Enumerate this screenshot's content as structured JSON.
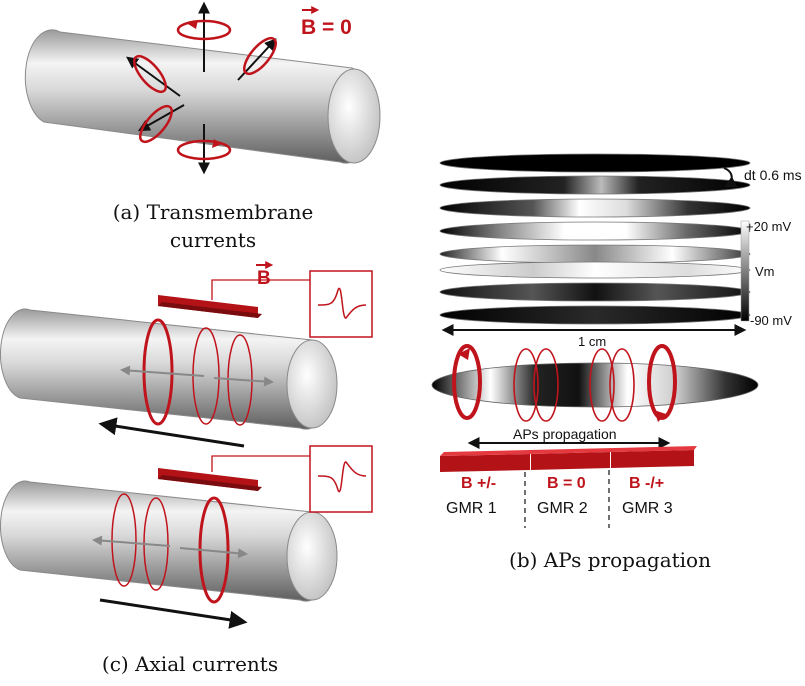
{
  "panel_a": {
    "field_label": "B = 0",
    "vector_letter": "B",
    "caption_line1": "(a) Transmembrane",
    "caption_line2": "currents"
  },
  "panel_b": {
    "dt_label": "dt 0.6 ms",
    "scale_max": "+20 mV",
    "scale_mid": "Vm",
    "scale_min": "-90 mV",
    "length_label": "1 cm",
    "propagation_label": "APs propagation",
    "sensors": [
      {
        "field": "B +/-",
        "name": "GMR 1"
      },
      {
        "field": "B = 0",
        "name": "GMR 2"
      },
      {
        "field": "B -/+",
        "name": "GMR 3"
      }
    ],
    "caption": "(b) APs propagation",
    "colors": {
      "accent": "#c0141c",
      "dark": "#111111"
    }
  },
  "panel_c": {
    "vector_letter": "B",
    "caption": "(c) Axial currents"
  }
}
